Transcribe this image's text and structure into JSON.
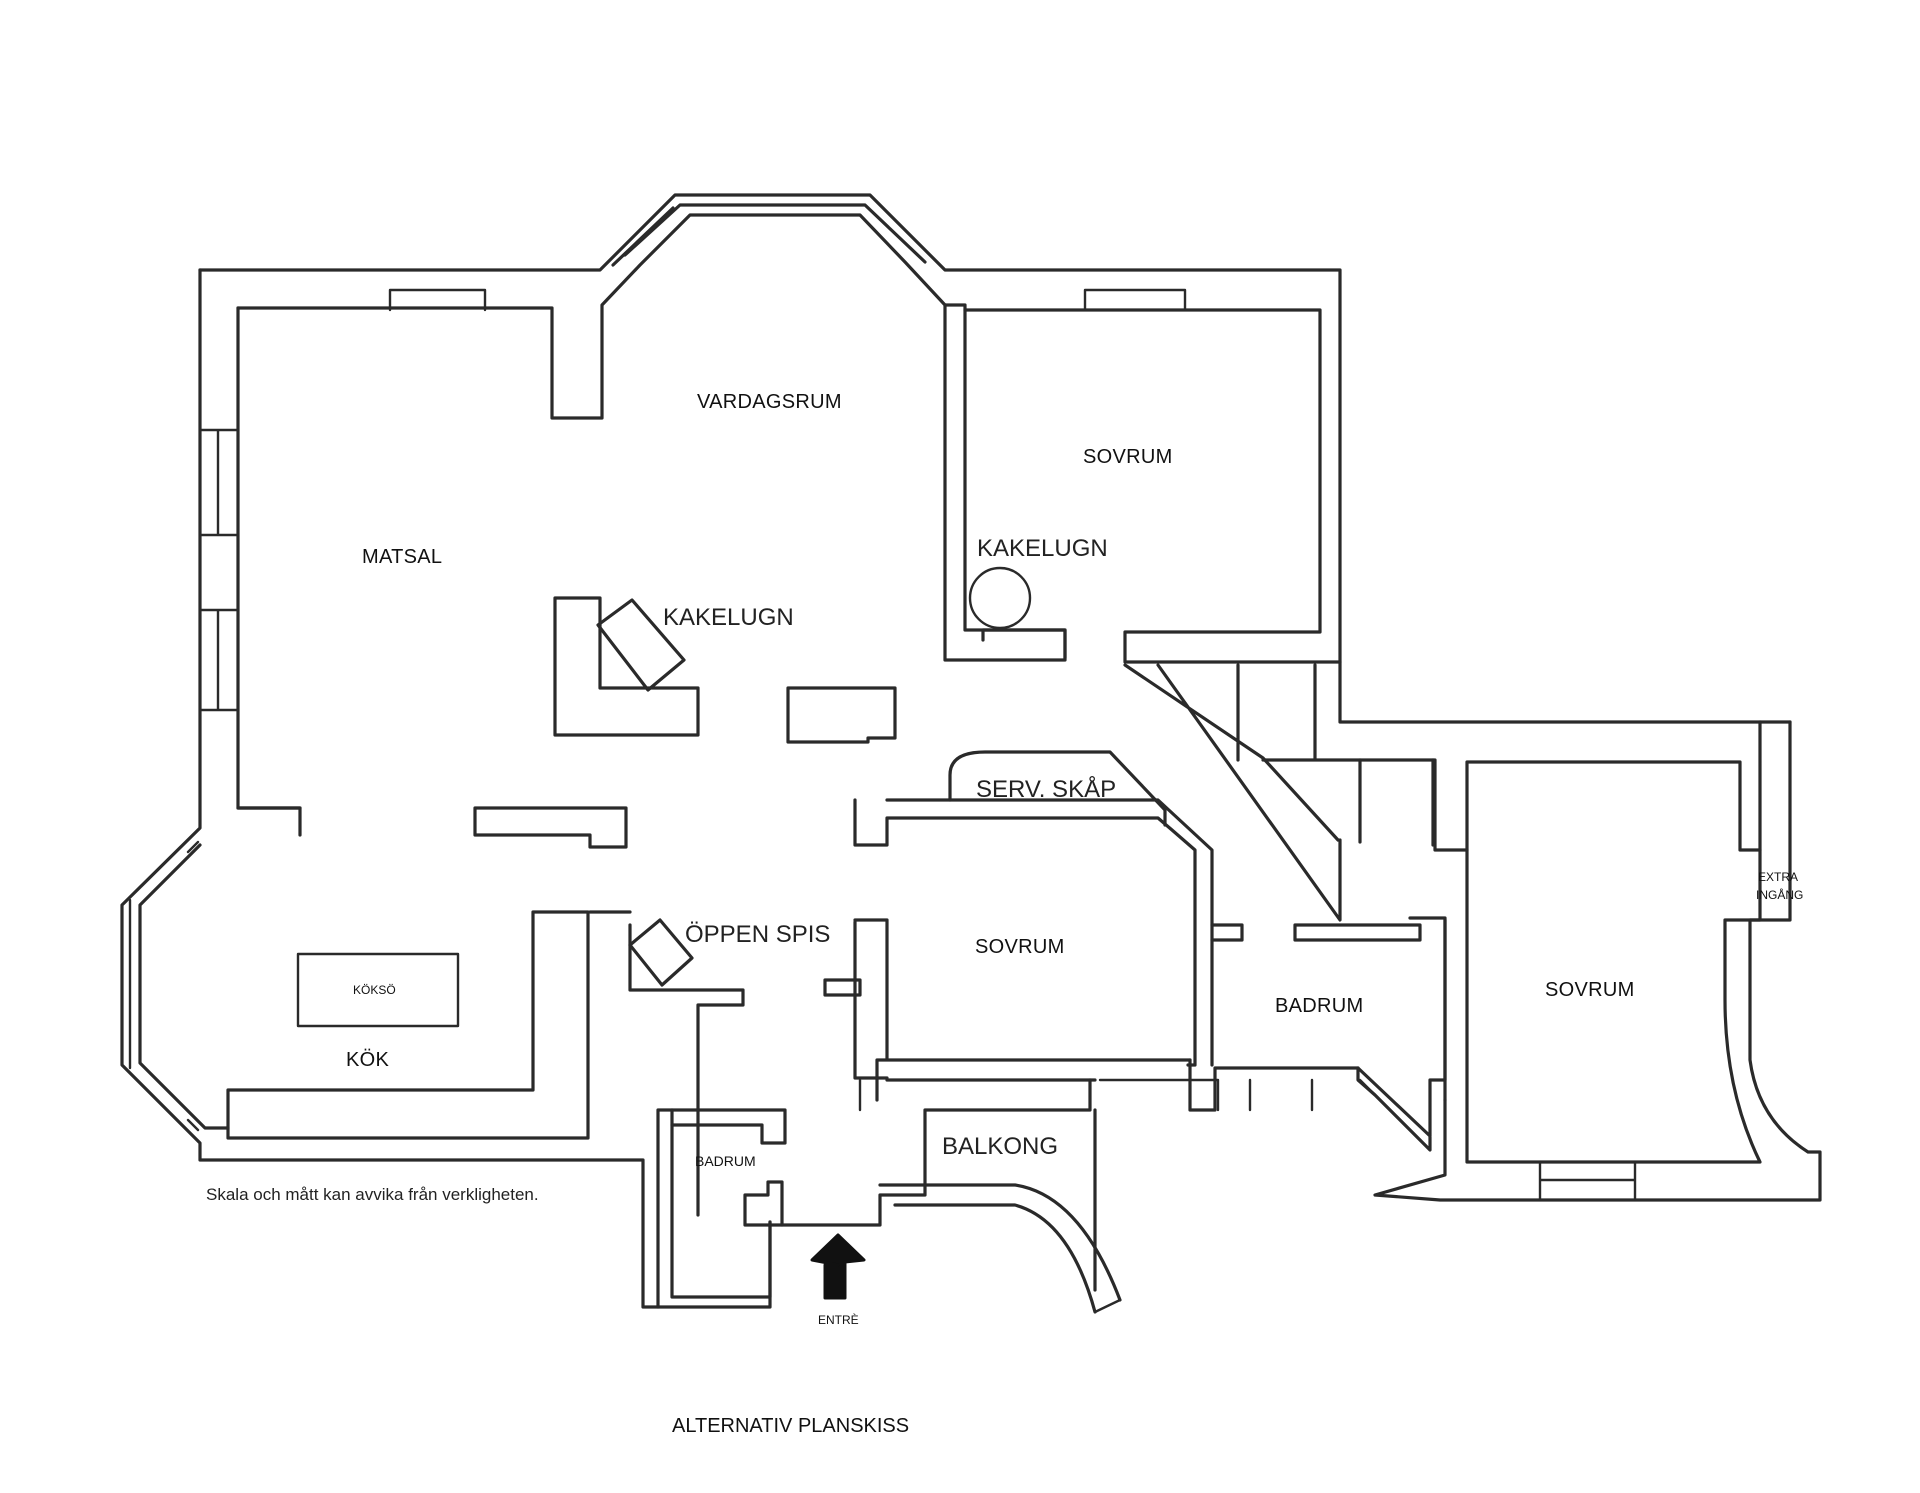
{
  "rooms": {
    "vardagsrum": "VARDAGSRUM",
    "matsal": "MATSAL",
    "sovrum_top": "SOVRUM",
    "kakelugn_right": "KAKELUGN",
    "kakelugn_left": "KAKELUGN",
    "serv_skap": "SERV. SKÅP",
    "oppen_spis": "ÖPPEN SPIS",
    "sovrum_mid": "SOVRUM",
    "koksoe": "KÖKSÖ",
    "kok": "KÖK",
    "badrum_mid": "BADRUM",
    "sovrum_right": "SOVRUM",
    "extra_ingang_1": "EXTRA",
    "extra_ingang_2": "INGÅNG",
    "balkong": "BALKONG",
    "badrum_small": "BADRUM",
    "entre": "ENTRÈ"
  },
  "disclaimer": "Skala och mått kan avvika från verkligheten.",
  "title": "ALTERNATIV PLANSKISS"
}
